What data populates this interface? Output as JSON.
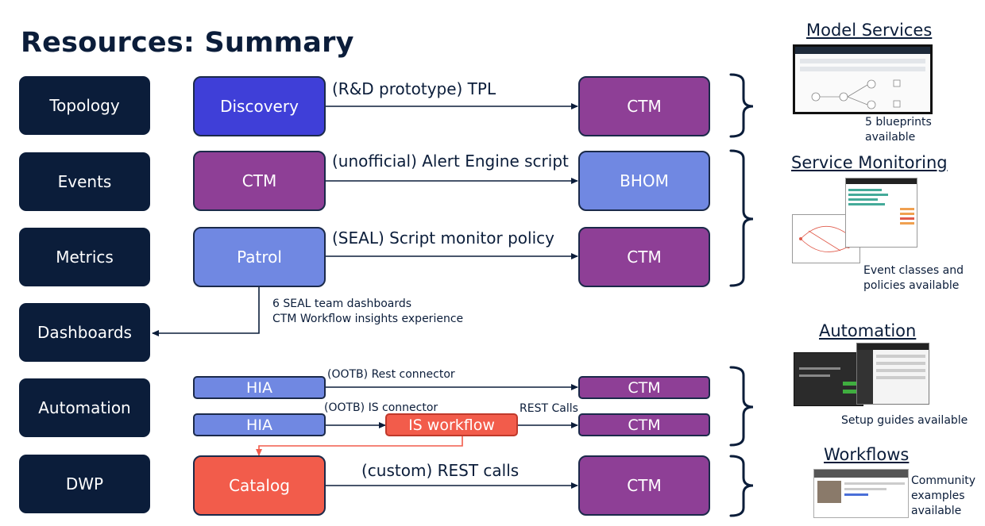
{
  "title": "Resources: Summary",
  "categories": [
    "Topology",
    "Events",
    "Metrics",
    "Dashboards",
    "Automation",
    "DWP"
  ],
  "flows": {
    "topology": {
      "source": "Discovery",
      "label": "(R&D prototype) TPL",
      "target": "CTM"
    },
    "events": {
      "source": "CTM",
      "label": "(unofficial) Alert Engine script",
      "target": "BHOM"
    },
    "metrics": {
      "source": "Patrol",
      "label": "(SEAL) Script monitor policy",
      "target": "CTM"
    },
    "dashboards_note": [
      "6 SEAL team dashboards",
      "CTM Workflow insights experience"
    ],
    "automation1": {
      "source": "HIA",
      "label": "(OOTB) Rest connector",
      "target": "CTM"
    },
    "automation2": {
      "source": "HIA",
      "label": "(OOTB) IS connector",
      "middle": "IS workflow",
      "label2": "REST Calls",
      "target": "CTM"
    },
    "dwp": {
      "source": "Catalog",
      "label": "(custom) REST calls",
      "target": "CTM"
    }
  },
  "resources": {
    "model_services": {
      "title": "Model Services",
      "caption": "5 blueprints available"
    },
    "service_monitoring": {
      "title": "Service Monitoring",
      "caption": [
        "Event classes and",
        "policies available"
      ]
    },
    "automation": {
      "title": "Automation",
      "caption": "Setup guides available"
    },
    "workflows": {
      "title": "Workflows",
      "caption": [
        "Community",
        "examples",
        "available"
      ]
    }
  },
  "colors": {
    "navy": "#0b1d3a",
    "purple": "#8e3f96",
    "blue": "#3f3fd8",
    "light_blue": "#7088e2",
    "coral": "#f25c4b"
  }
}
